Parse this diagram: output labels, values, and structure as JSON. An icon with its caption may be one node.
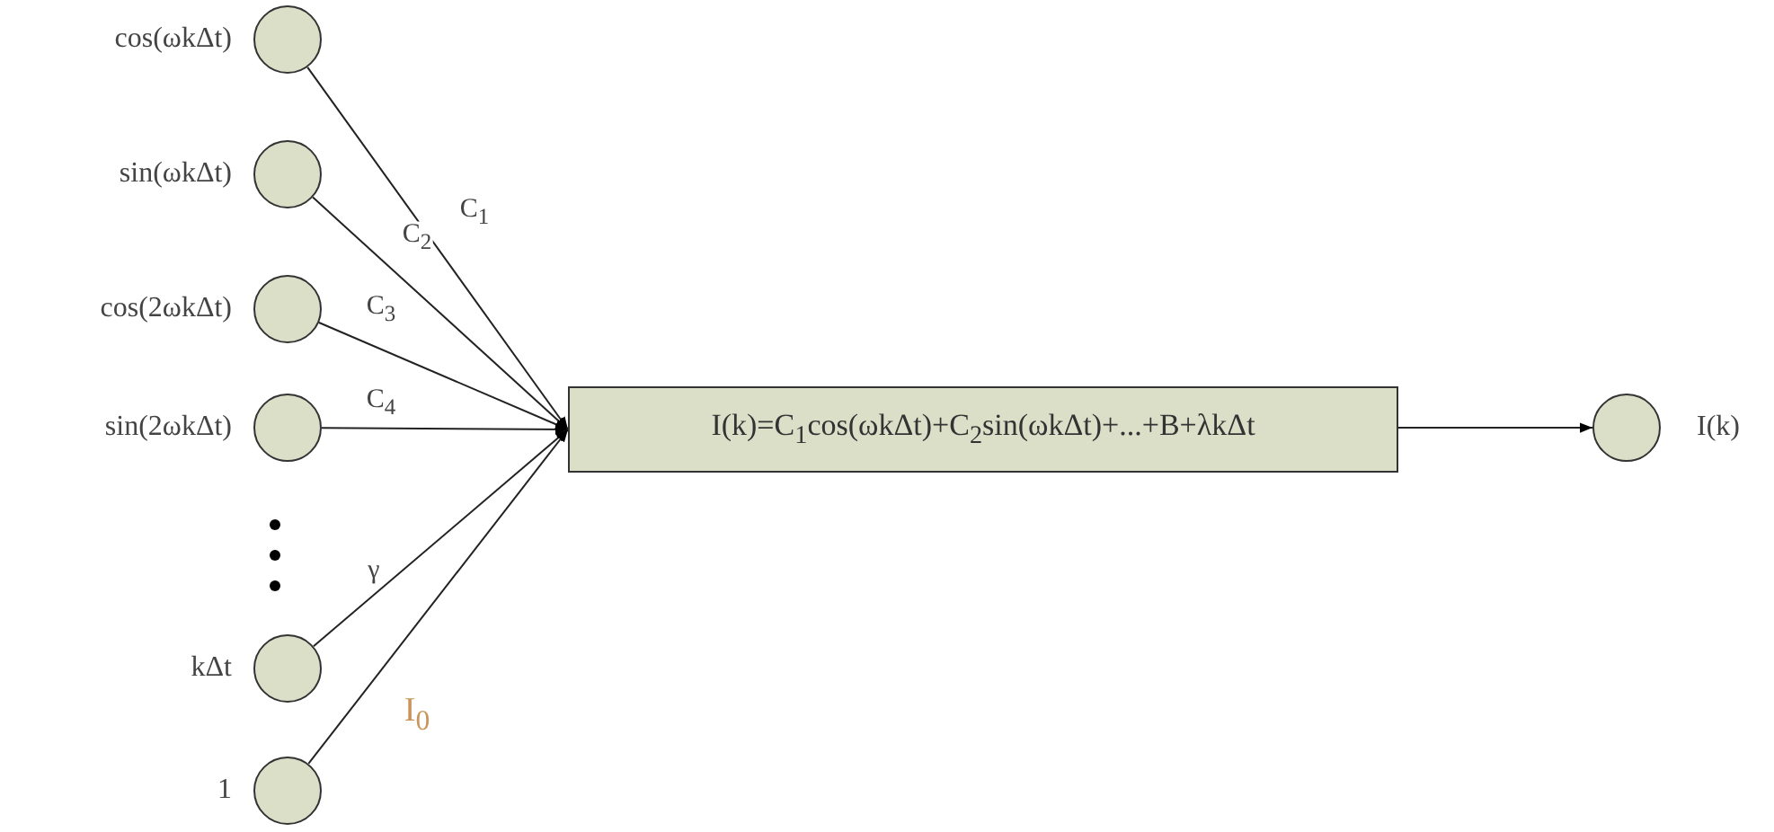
{
  "diagram": {
    "nodes": [
      {
        "text": [],
        "shape": "circle",
        "beside": [
          "cos(ωkΔt)"
        ]
      },
      {
        "text": [],
        "shape": "circle",
        "beside": [
          "sin(ωkΔt)"
        ]
      },
      {
        "text": [],
        "shape": "circle",
        "beside": [
          "cos(2ωkΔt)"
        ]
      },
      {
        "text": [],
        "shape": "circle",
        "beside": [
          "sin(2ωkΔt)"
        ]
      },
      {
        "text": [],
        "shape": "circle",
        "beside": [
          "kΔt"
        ]
      },
      {
        "text": [],
        "shape": "circle",
        "beside": [
          "1"
        ]
      },
      {
        "text": [
          "I(k)=C$_{1}$cos(ωkΔt)+C$_{2}$sin(ωkΔt)+...+B+λkΔt"
        ]
      },
      {
        "text": [],
        "shape": "circle",
        "beside": [
          "I(k)"
        ]
      }
    ],
    "edges": [
      {
        "from": 0,
        "to": 6,
        "arrow": "to",
        "label": "C$_{1}$"
      },
      {
        "from": 1,
        "to": 6,
        "arrow": "to",
        "label": "C$_{2}$"
      },
      {
        "from": 2,
        "to": 6,
        "arrow": "to",
        "label": "C$_{3}$"
      },
      {
        "from": 3,
        "to": 6,
        "arrow": "to",
        "label": "C$_{4}$"
      },
      {
        "from": 4,
        "to": 6,
        "arrow": "to",
        "label": "γ"
      },
      {
        "from": 5,
        "to": 6,
        "arrow": "to",
        "label": "I$_{0}$"
      },
      {
        "from": 6,
        "to": 7,
        "arrow": "to"
      }
    ]
  }
}
